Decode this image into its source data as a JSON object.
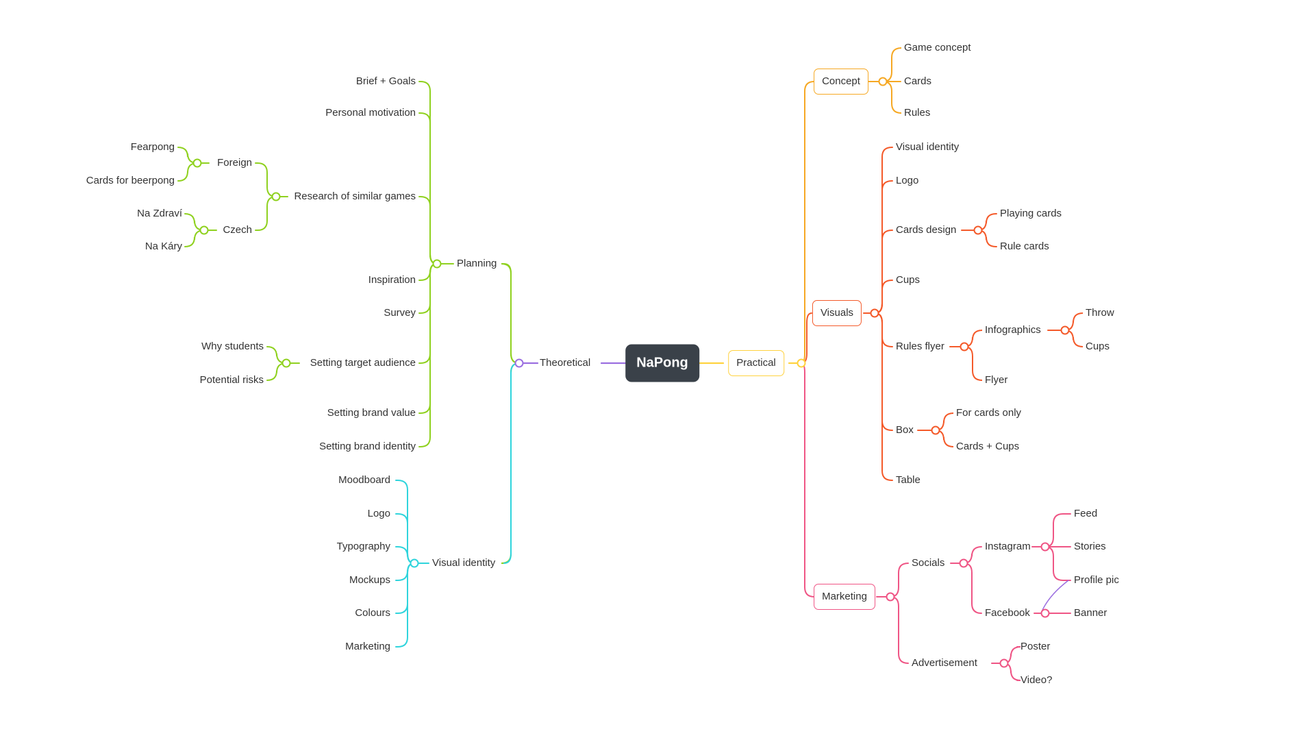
{
  "root": {
    "label": "NaPong"
  },
  "colors": {
    "root_bg": "#3a4149",
    "theoretical": "#9b6fe0",
    "planning": "#8fd11f",
    "visual_identity_left": "#2fd4dc",
    "practical": "#ffd23f",
    "concept": "#f6a823",
    "visuals": "#f45a2a",
    "marketing": "#ef5585",
    "facebook_link": "#9b6fe0"
  },
  "theoretical": {
    "label": "Theoretical",
    "planning": {
      "label": "Planning",
      "items": {
        "brief_goals": "Brief + Goals",
        "personal_motivation": "Personal motivation",
        "research": {
          "label": "Research of similar games",
          "foreign": {
            "label": "Foreign",
            "items": [
              "Fearpong",
              "Cards for beerpong"
            ]
          },
          "czech": {
            "label": "Czech",
            "items": [
              "Na Zdraví",
              "Na Káry"
            ]
          }
        },
        "inspiration": "Inspiration",
        "survey": "Survey",
        "target_audience": {
          "label": "Setting target audience",
          "items": [
            "Why students",
            "Potential risks"
          ]
        },
        "brand_value": "Setting brand value",
        "brand_identity": "Setting brand identity"
      }
    },
    "visual_identity": {
      "label": "Visual identity",
      "items": [
        "Moodboard",
        "Logo",
        "Typography",
        "Mockups",
        "Colours",
        "Marketing"
      ]
    }
  },
  "practical": {
    "label": "Practical",
    "concept": {
      "label": "Concept",
      "items": [
        "Game concept",
        "Cards",
        "Rules"
      ]
    },
    "visuals": {
      "label": "Visuals",
      "visual_identity": "Visual identity",
      "logo": "Logo",
      "cards_design": {
        "label": "Cards design",
        "items": [
          "Playing cards",
          "Rule cards"
        ]
      },
      "cups": "Cups",
      "rules_flyer": {
        "label": "Rules flyer",
        "infographics": {
          "label": "Infographics",
          "items": [
            "Throw",
            "Cups"
          ]
        },
        "flyer": "Flyer"
      },
      "box": {
        "label": "Box",
        "items": [
          "For cards only",
          "Cards + Cups"
        ]
      },
      "table": "Table"
    },
    "marketing": {
      "label": "Marketing",
      "socials": {
        "label": "Socials",
        "instagram": {
          "label": "Instagram",
          "items": [
            "Feed",
            "Stories",
            "Profile pic"
          ]
        },
        "facebook": {
          "label": "Facebook",
          "items": [
            "Banner"
          ]
        }
      },
      "advertisement": {
        "label": "Advertisement",
        "items": [
          "Poster",
          "Video?"
        ]
      }
    }
  }
}
